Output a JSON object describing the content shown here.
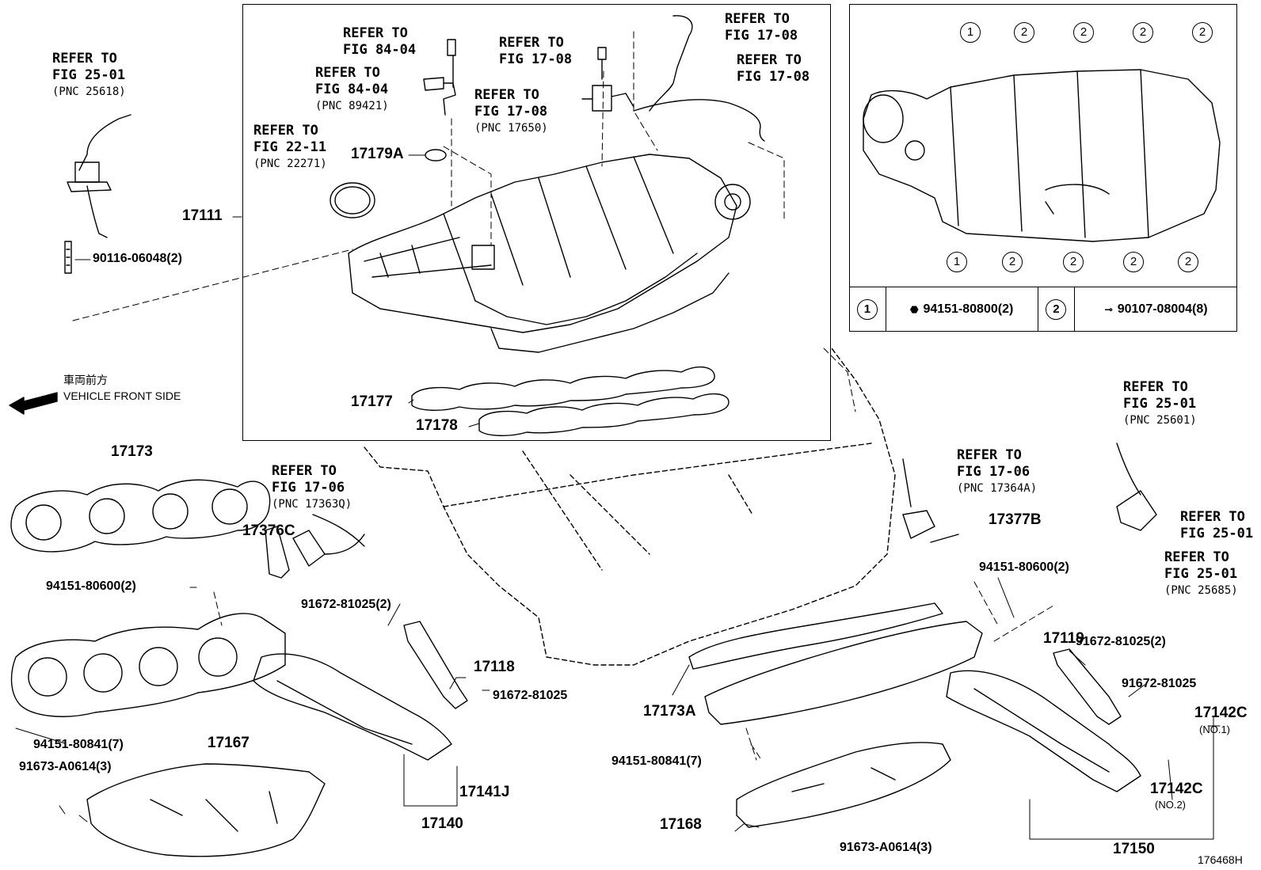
{
  "refs": {
    "fig_84_04_bolt": [
      "REFER TO",
      "FIG 84-04"
    ],
    "fig_84_04_sensor": [
      "REFER TO",
      "FIG 84-04",
      "(PNC 89421)"
    ],
    "fig_17_08_bolt": [
      "REFER TO",
      "FIG 17-08"
    ],
    "fig_17_08_vsv": [
      "REFER TO",
      "FIG 17-08",
      "(PNC 17650)"
    ],
    "fig_17_08_hose_a": [
      "REFER TO",
      "FIG 17-08"
    ],
    "fig_17_08_hose_b": [
      "REFER TO",
      "FIG 17-08"
    ],
    "fig_25_01_left": [
      "REFER TO",
      "FIG 25-01",
      "(PNC 25618)"
    ],
    "fig_22_11": [
      "REFER TO",
      "FIG 22-11",
      "(PNC 22271)"
    ],
    "fig_17_06_left": [
      "REFER TO",
      "FIG 17-06",
      "(PNC 17363Q)"
    ],
    "fig_17_06_right": [
      "REFER TO",
      "FIG 17-06",
      "(PNC 17364A)"
    ],
    "fig_25_01_right_top": [
      "REFER TO",
      "FIG 25-01",
      "(PNC 25601)"
    ],
    "fig_25_01_right_mid": [
      "REFER TO",
      "FIG 25-01"
    ],
    "fig_25_01_right_bot": [
      "REFER TO",
      "FIG 25-01",
      "(PNC 25685)"
    ]
  },
  "parts": {
    "p17111": "17111",
    "p17179A": "17179A",
    "p17177": "17177",
    "p17178": "17178",
    "p90116": "90116-06048(2)",
    "p17173": "17173",
    "p17376C": "17376C",
    "p94151_600_left": "94151-80600(2)",
    "p91672_81025_2_left": "91672-81025(2)",
    "p17118": "17118",
    "p91672_81025_left": "91672-81025",
    "p94151_841_left": "94151-80841(7)",
    "p91673_left": "91673-A0614(3)",
    "p17167": "17167",
    "p17141J": "17141J",
    "p17140": "17140",
    "p17377B": "17377B",
    "p94151_600_right": "94151-80600(2)",
    "p91672_81025_2_right": "91672-81025(2)",
    "p17119": "17119",
    "p91672_81025_right": "91672-81025",
    "p17142C_1": "17142C",
    "p17142C_1_note": "(NO.1)",
    "p17142C_2": "17142C",
    "p17142C_2_note": "(NO.2)",
    "p17173A": "17173A",
    "p94151_841_right": "94151-80841(7)",
    "p17168": "17168",
    "p91673_right": "91673-A0614(3)",
    "p17150": "17150"
  },
  "inset": {
    "markers_top": [
      "1",
      "2",
      "2",
      "2",
      "2"
    ],
    "markers_bottom": [
      "1",
      "2",
      "2",
      "2",
      "2"
    ],
    "legend": {
      "marker1": "1",
      "part1": "94151-80800(2)",
      "marker2": "2",
      "part2": "90107-08004(8)"
    }
  },
  "front": {
    "jp": "車両前方",
    "en": "VEHICLE FRONT SIDE"
  },
  "drawing_id": "176468H"
}
